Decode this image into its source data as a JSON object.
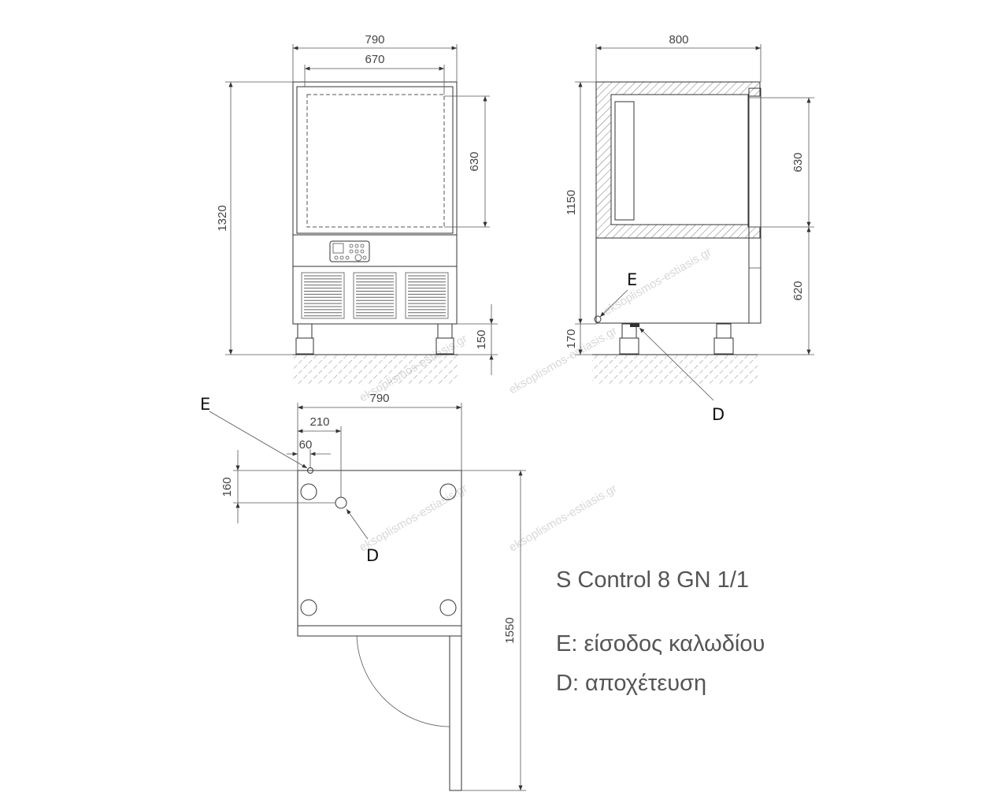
{
  "front_view": {
    "width_outer": "790",
    "width_inner": "670",
    "height_total": "1320",
    "height_chamber": "630",
    "height_feet": "150"
  },
  "side_view": {
    "depth": "800",
    "height_body": "1150",
    "height_chamber": "630",
    "height_lower": "620",
    "height_feet": "170",
    "label_e": "E",
    "label_d": "D"
  },
  "top_view": {
    "width": "790",
    "offset_d": "210",
    "offset_e": "60",
    "depth_offset": "160",
    "depth_total": "1550",
    "label_e": "E",
    "label_d": "D"
  },
  "info": {
    "model": "S Control 8 GN 1/1",
    "legend_e": "E: είσοδος καλωδίου",
    "legend_d": "D: αποχέτευση"
  },
  "watermark": "eksoplismos-estiasis.gr"
}
